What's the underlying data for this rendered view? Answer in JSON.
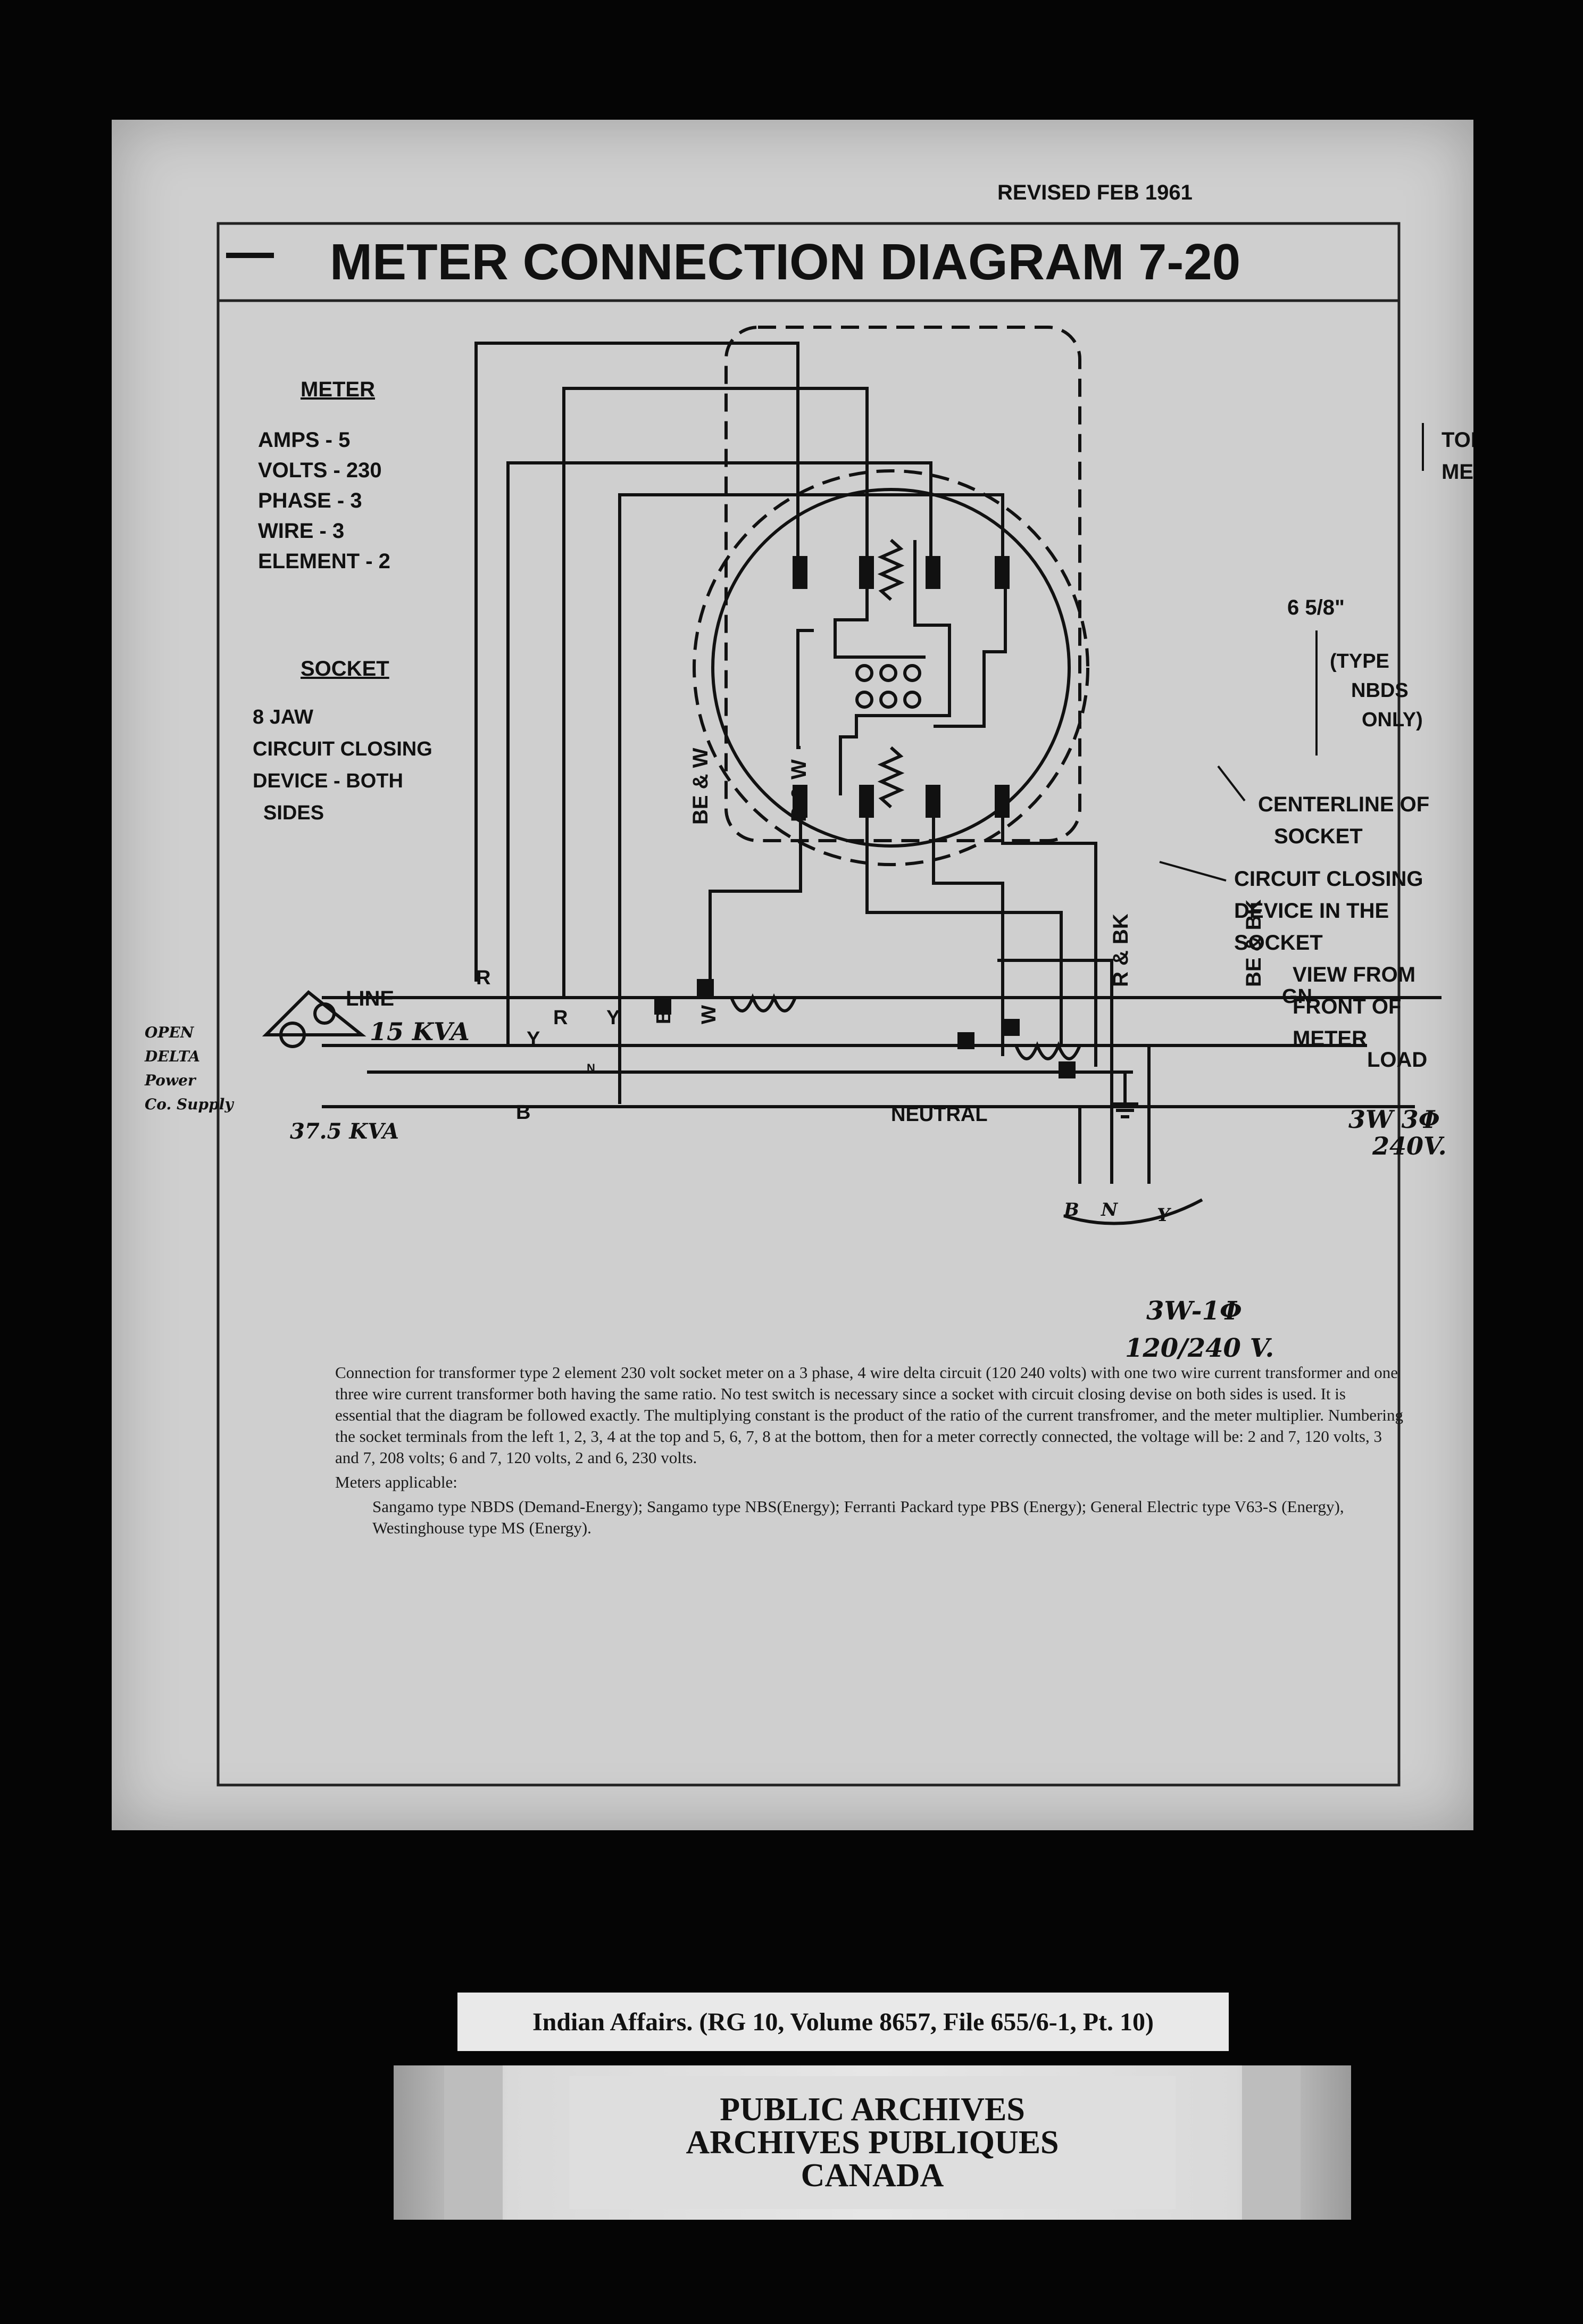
{
  "header": {
    "revised": "REVISED   FEB   1961",
    "title": "METER   CONNECTION   DIAGRAM   7-20"
  },
  "meter_spec": {
    "heading": "METER",
    "lines": [
      "AMPS - 5",
      "VOLTS - 230",
      "PHASE - 3",
      "WIRE - 3",
      "ELEMENT - 2"
    ]
  },
  "socket_spec": {
    "heading": "SOCKET",
    "lines": [
      "8 JAW",
      "CIRCUIT  CLOSING",
      "DEVICE  -  BOTH",
      "SIDES"
    ]
  },
  "callouts": {
    "top_of_meter_1": "TOP OF",
    "top_of_meter_2": "METER",
    "dimension": "6 5/8\"",
    "type_1": "(TYPE",
    "type_2": "NBDS",
    "type_3": "ONLY)",
    "centerline_1": "CENTERLINE  OF",
    "centerline_2": "SOCKET",
    "ccd_1": "CIRCUIT   CLOSING",
    "ccd_2": "DEVICE   IN   THE",
    "ccd_3": "SOCKET",
    "view_1": "VIEW   FROM",
    "view_2": "FRONT   OF",
    "view_3": "METER"
  },
  "wire_labels": {
    "be_w": "BE & W",
    "r_w": "R & W",
    "r_bk": "R & BK",
    "be_bk": "BE & BK",
    "gn": "GN",
    "line": "LINE",
    "r": "R",
    "y": "Y",
    "be": "BE",
    "w": "W",
    "n": "N",
    "b": "B",
    "neutral": "NEUTRAL",
    "load": "LOAD",
    "load_r": "R",
    "load_y": "Y",
    "load_b": "B"
  },
  "handwritten": {
    "open_delta_1": "OPEN",
    "open_delta_2": "DELTA",
    "open_delta_3": "Power",
    "open_delta_4": "Co. Supply",
    "kva_15": "15 KVA",
    "kva_375": "37.5 KVA",
    "three_w_three_ph_1": "3W 3Φ",
    "three_w_three_ph_2": "240V.",
    "three_w_one_ph_1": "3W-1Φ",
    "three_w_one_ph_2": "120/240 V.",
    "bn_b": "B",
    "bn_n": "N",
    "bn_y": "Y"
  },
  "description": {
    "paragraph": "Connection for transformer type 2 element 230 volt socket meter on a 3 phase, 4 wire delta circuit (120 240 volts) with one two wire current transformer and one three wire current transformer both having the same ratio. No test switch is necessary since a socket with circuit closing devise on both sides is used. It is essential that the diagram be followed exactly. The multiplying constant is the product of the ratio of the current transfromer, and the meter multiplier. Numbering the socket terminals from the left 1, 2, 3, 4 at the top and 5, 6, 7, 8 at the bottom, then for a meter correctly connected, the voltage will be: 2 and 7, 120 volts, 3 and 7, 208 volts; 6 and 7, 120 volts, 2 and 6, 230 volts.",
    "meters_heading": "Meters applicable:",
    "meters_list": "Sangamo type NBDS (Demand-Energy); Sangamo type NBS(Energy); Ferranti Packard type PBS (Energy); General Electric type V63-S (Energy), Westinghouse type MS (Energy)."
  },
  "archive_label": {
    "reference": "Indian Affairs. (RG 10, Volume 8657, File 655/6-1, Pt. 10)",
    "stamp_1": "PUBLIC ARCHIVES",
    "stamp_2": "ARCHIVES PUBLIQUES",
    "stamp_3": "CANADA"
  }
}
